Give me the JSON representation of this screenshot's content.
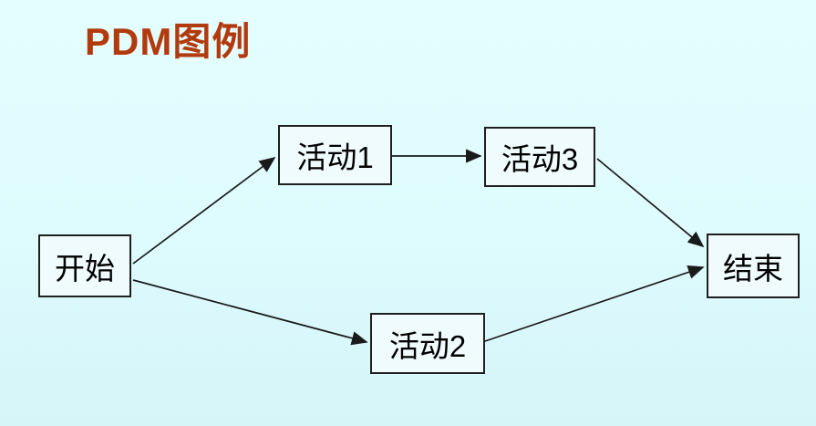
{
  "page": {
    "title": "PDM图例",
    "title_color": "#b13a0f",
    "background_color": "#defbfd",
    "node_border_color": "#1f1f1f",
    "arrow_color": "#1a1a1a"
  },
  "diagram": {
    "type": "precedence-diagram",
    "nodes": [
      {
        "id": "start",
        "label": "开始"
      },
      {
        "id": "activity1",
        "label": "活动1"
      },
      {
        "id": "activity3",
        "label": "活动3"
      },
      {
        "id": "activity2",
        "label": "活动2"
      },
      {
        "id": "end",
        "label": "结束"
      }
    ],
    "edges": [
      {
        "from": "start",
        "to": "activity1"
      },
      {
        "from": "activity1",
        "to": "activity3"
      },
      {
        "from": "activity3",
        "to": "end"
      },
      {
        "from": "start",
        "to": "activity2"
      },
      {
        "from": "activity2",
        "to": "end"
      }
    ]
  }
}
